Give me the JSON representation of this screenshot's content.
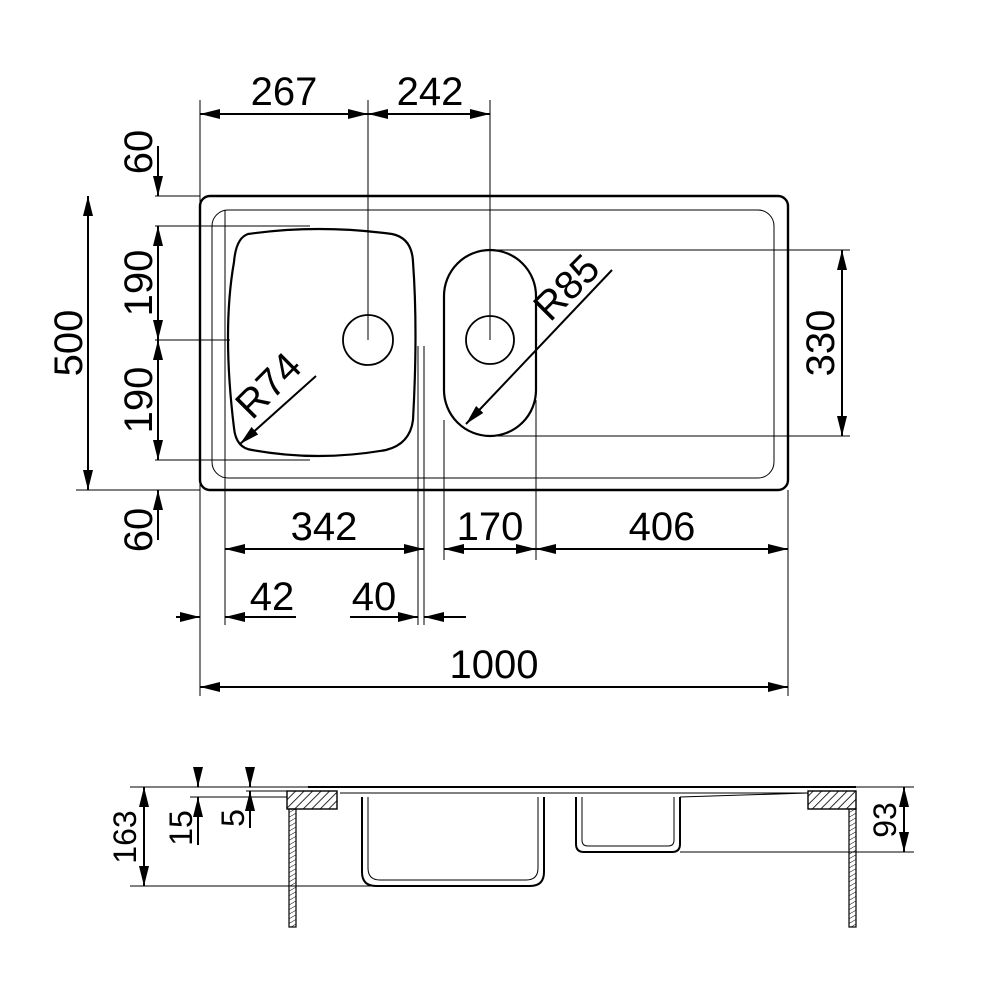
{
  "drawing": {
    "plan_view": {
      "widths": {
        "left_bowl_offset": "267",
        "bowl_spacing": "242",
        "left_bowl": "342",
        "right_bowl": "170",
        "drainer": "406",
        "left_margin": "42",
        "divider": "40",
        "overall": "1000"
      },
      "heights": {
        "top_margin": "60",
        "left_bowl_upper": "190",
        "left_bowl_lower": "190",
        "bottom_margin": "60",
        "overall": "500",
        "right_bowl": "330"
      },
      "radii": {
        "left_bowl": "R74",
        "right_bowl": "R85"
      }
    },
    "section_view": {
      "left_bowl_depth": "163",
      "top_thickness": "15",
      "lip": "5",
      "right_bowl_depth": "93"
    }
  }
}
